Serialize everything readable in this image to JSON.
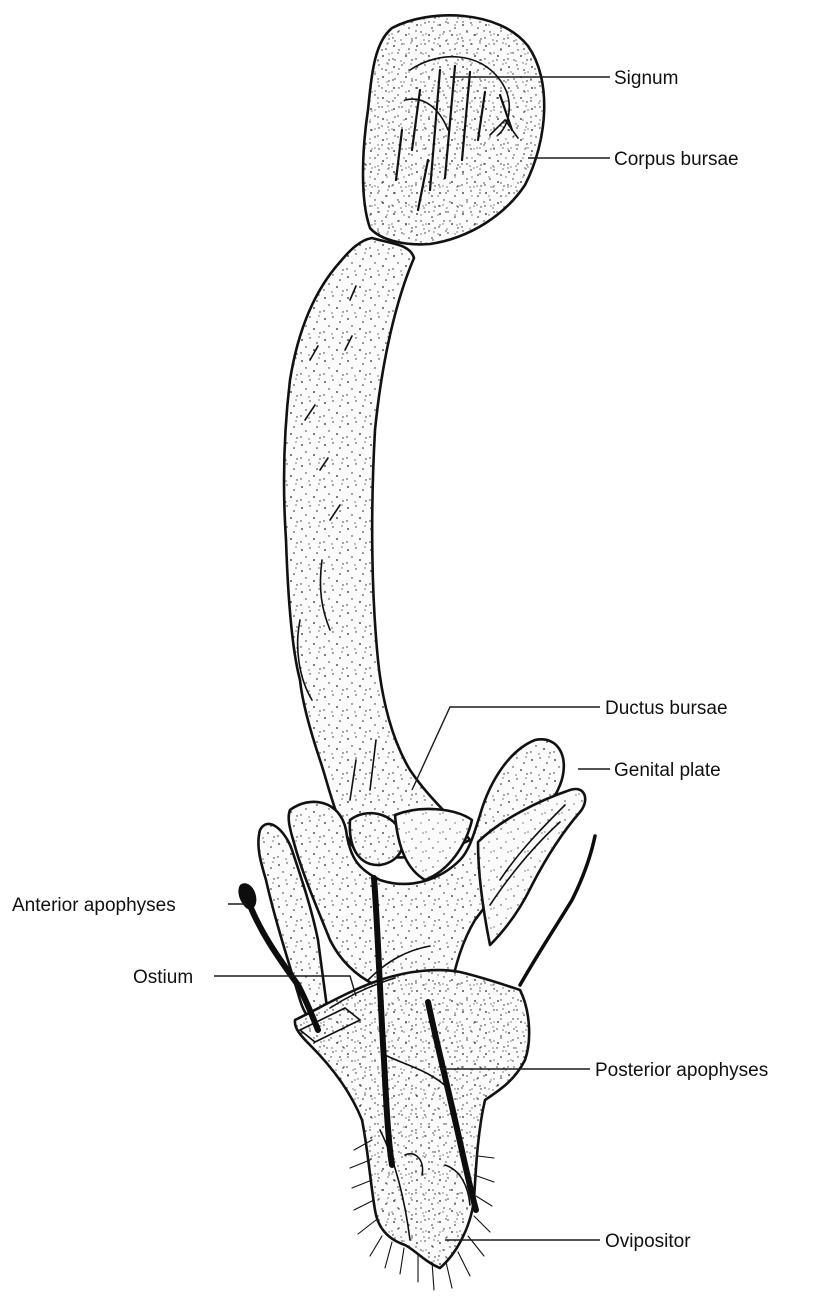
{
  "figure": {
    "labels": {
      "signum": "Signum",
      "corpus_bursae": "Corpus bursae",
      "ductus_bursae": "Ductus bursae",
      "genital_plate": "Genital plate",
      "anterior_apophyses": "Anterior apophyses",
      "ostium": "Ostium",
      "posterior_apophyses": "Posterior apophyses",
      "ovipositor": "Ovipositor"
    },
    "colors": {
      "ink": "#111111",
      "background": "#ffffff"
    }
  }
}
